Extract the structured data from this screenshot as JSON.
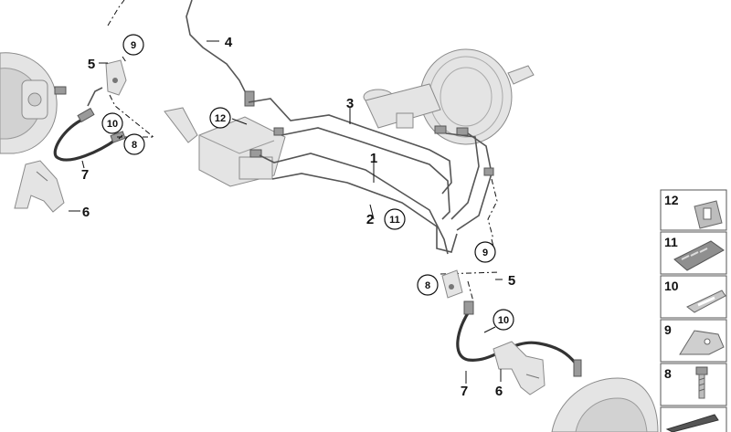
{
  "callouts": {
    "c1": "1",
    "c2": "2",
    "c3": "3",
    "c4": "4",
    "c5a": "5",
    "c5b": "5",
    "c6a": "6",
    "c6b": "6",
    "c7a": "7",
    "c7b": "7",
    "c8a": "8",
    "c8b": "8",
    "c9a": "9",
    "c9b": "9",
    "c10a": "10",
    "c10b": "10",
    "c11": "11",
    "c12": "12"
  },
  "legend": {
    "items": [
      "12",
      "11",
      "10",
      "9",
      "8"
    ]
  }
}
